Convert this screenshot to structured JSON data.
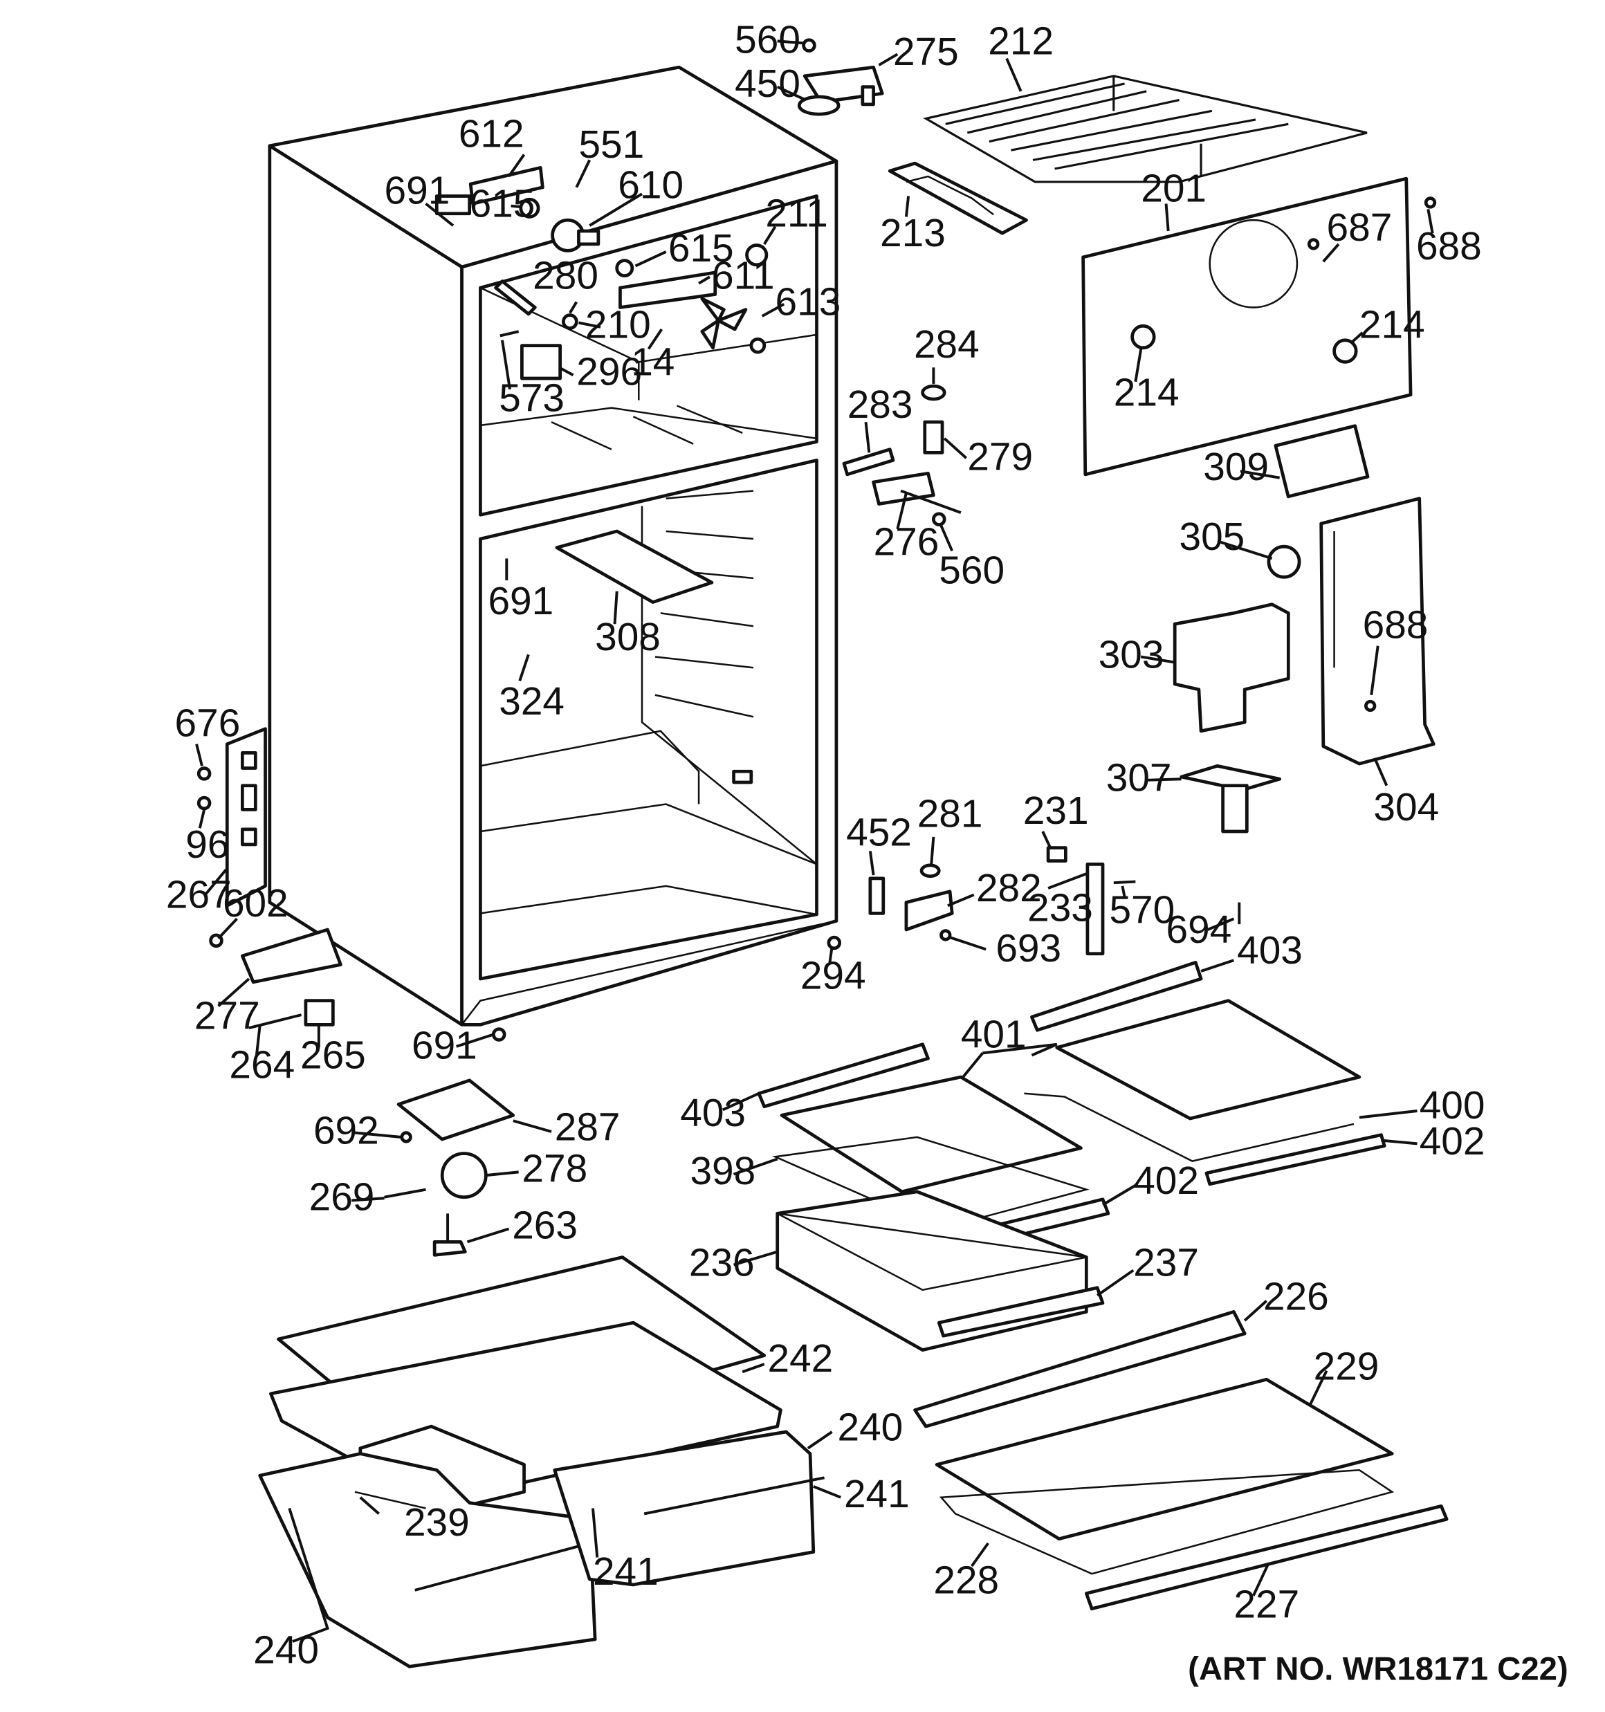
{
  "art_number": "(ART NO. WR18171 C22)",
  "parts": [
    {
      "id": "p560a",
      "num": "560"
    },
    {
      "id": "p275",
      "num": "275"
    },
    {
      "id": "p450",
      "num": "450"
    },
    {
      "id": "p212",
      "num": "212"
    },
    {
      "id": "p612",
      "num": "612"
    },
    {
      "id": "p551",
      "num": "551"
    },
    {
      "id": "p610",
      "num": "610"
    },
    {
      "id": "p691a",
      "num": "691"
    },
    {
      "id": "p615a",
      "num": "615"
    },
    {
      "id": "p211",
      "num": "211"
    },
    {
      "id": "p615b",
      "num": "615"
    },
    {
      "id": "p611",
      "num": "611"
    },
    {
      "id": "p280",
      "num": "280"
    },
    {
      "id": "p613",
      "num": "613"
    },
    {
      "id": "p210",
      "num": "210"
    },
    {
      "id": "p14",
      "num": "14"
    },
    {
      "id": "p296",
      "num": "296"
    },
    {
      "id": "p573",
      "num": "573"
    },
    {
      "id": "p213",
      "num": "213"
    },
    {
      "id": "p201",
      "num": "201"
    },
    {
      "id": "p687",
      "num": "687"
    },
    {
      "id": "p688a",
      "num": "688"
    },
    {
      "id": "p214a",
      "num": "214"
    },
    {
      "id": "p214b",
      "num": "214"
    },
    {
      "id": "p284",
      "num": "284"
    },
    {
      "id": "p283",
      "num": "283"
    },
    {
      "id": "p279",
      "num": "279"
    },
    {
      "id": "p309",
      "num": "309"
    },
    {
      "id": "p276",
      "num": "276"
    },
    {
      "id": "p560b",
      "num": "560"
    },
    {
      "id": "p305",
      "num": "305"
    },
    {
      "id": "p691b",
      "num": "691"
    },
    {
      "id": "p308",
      "num": "308"
    },
    {
      "id": "p303",
      "num": "303"
    },
    {
      "id": "p688b",
      "num": "688"
    },
    {
      "id": "p324",
      "num": "324"
    },
    {
      "id": "p676",
      "num": "676"
    },
    {
      "id": "p307",
      "num": "307"
    },
    {
      "id": "p304",
      "num": "304"
    },
    {
      "id": "p96",
      "num": "96"
    },
    {
      "id": "p452",
      "num": "452"
    },
    {
      "id": "p281",
      "num": "281"
    },
    {
      "id": "p231",
      "num": "231"
    },
    {
      "id": "p267",
      "num": "267"
    },
    {
      "id": "p602",
      "num": "602"
    },
    {
      "id": "p282",
      "num": "282"
    },
    {
      "id": "p233",
      "num": "233"
    },
    {
      "id": "p570",
      "num": "570"
    },
    {
      "id": "p694",
      "num": "694"
    },
    {
      "id": "p693",
      "num": "693"
    },
    {
      "id": "p294",
      "num": "294"
    },
    {
      "id": "p403a",
      "num": "403"
    },
    {
      "id": "p277",
      "num": "277"
    },
    {
      "id": "p691c",
      "num": "691"
    },
    {
      "id": "p401",
      "num": "401"
    },
    {
      "id": "p264",
      "num": "264"
    },
    {
      "id": "p265",
      "num": "265"
    },
    {
      "id": "p403b",
      "num": "403"
    },
    {
      "id": "p400",
      "num": "400"
    },
    {
      "id": "p692",
      "num": "692"
    },
    {
      "id": "p287",
      "num": "287"
    },
    {
      "id": "p402a",
      "num": "402"
    },
    {
      "id": "p398",
      "num": "398"
    },
    {
      "id": "p278",
      "num": "278"
    },
    {
      "id": "p402b",
      "num": "402"
    },
    {
      "id": "p269",
      "num": "269"
    },
    {
      "id": "p263",
      "num": "263"
    },
    {
      "id": "p236",
      "num": "236"
    },
    {
      "id": "p237",
      "num": "237"
    },
    {
      "id": "p226",
      "num": "226"
    },
    {
      "id": "p242",
      "num": "242"
    },
    {
      "id": "p229",
      "num": "229"
    },
    {
      "id": "p240a",
      "num": "240"
    },
    {
      "id": "p241a",
      "num": "241"
    },
    {
      "id": "p239",
      "num": "239"
    },
    {
      "id": "p241b",
      "num": "241"
    },
    {
      "id": "p228",
      "num": "228"
    },
    {
      "id": "p227",
      "num": "227"
    },
    {
      "id": "p240b",
      "num": "240"
    }
  ]
}
